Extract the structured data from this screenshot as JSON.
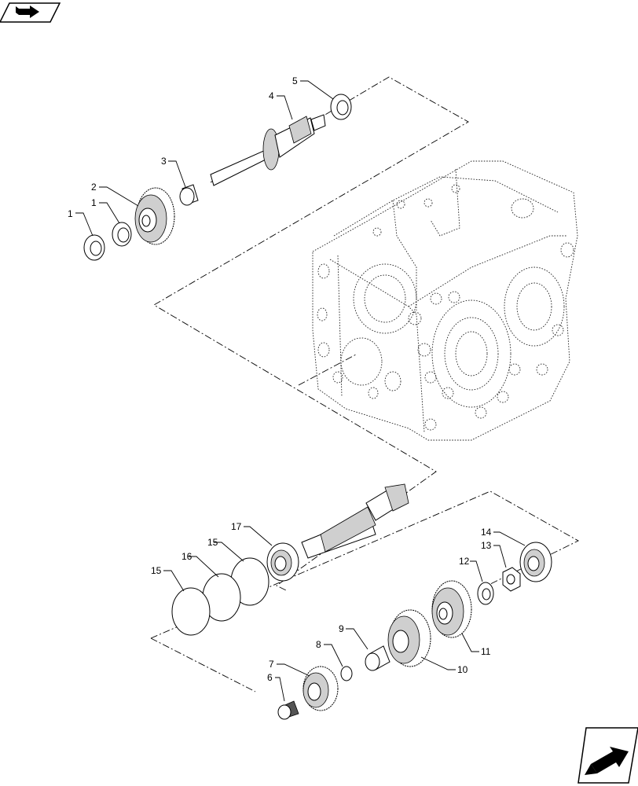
{
  "callouts": [
    "1",
    "1",
    "2",
    "3",
    "4",
    "5",
    "6",
    "7",
    "8",
    "9",
    "10",
    "11",
    "12",
    "13",
    "14",
    "15",
    "15",
    "16",
    "17"
  ],
  "icons": {
    "top_left": "book-reference-icon",
    "bottom_right": "next-page-arrow-icon"
  },
  "colors": {
    "ink": "#000000",
    "background": "#ffffff"
  }
}
